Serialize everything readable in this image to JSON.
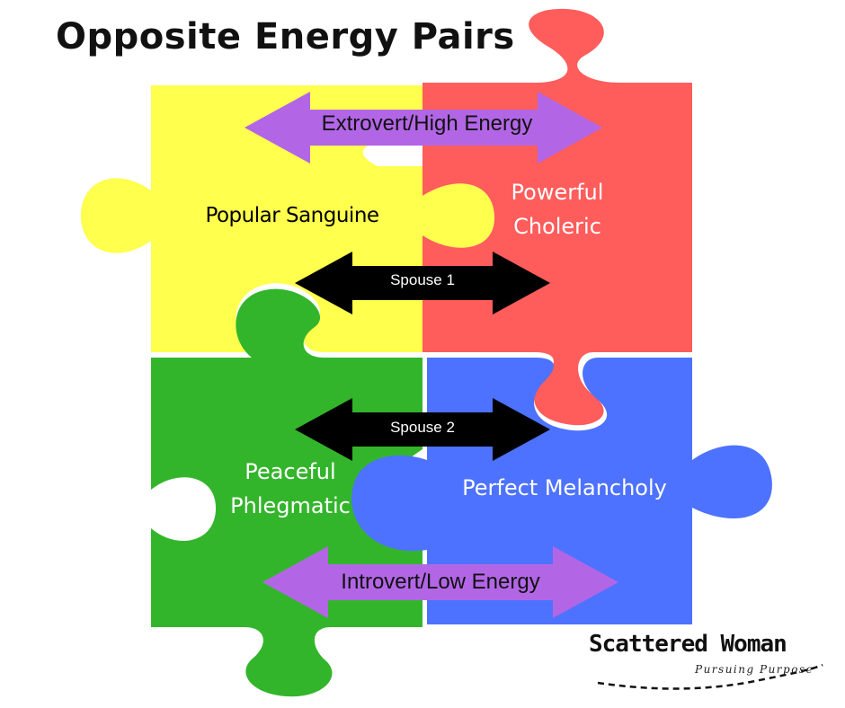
{
  "title": "Opposite Energy Pairs",
  "colors": {
    "sanguine": "#ffff4d",
    "choleric": "#ff5c5c",
    "phlegmatic": "#33b52b",
    "melancholy": "#4d72ff",
    "energy_arrow": "#b266e6",
    "spouse_arrow": "#000000"
  },
  "pieces": {
    "sanguine": "Popular Sanguine",
    "choleric_line1": "Powerful",
    "choleric_line2": "Choleric",
    "phlegmatic_line1": "Peaceful",
    "phlegmatic_line2": "Phlegmatic",
    "melancholy": "Perfect Melancholy"
  },
  "arrows": {
    "extrovert": "Extrovert/High Energy",
    "introvert": "Introvert/Low Energy",
    "spouse1": "Spouse 1",
    "spouse2": "Spouse 2"
  },
  "brand": {
    "name": "Scattered Woman",
    "tagline": "Pursuing Purpose"
  }
}
